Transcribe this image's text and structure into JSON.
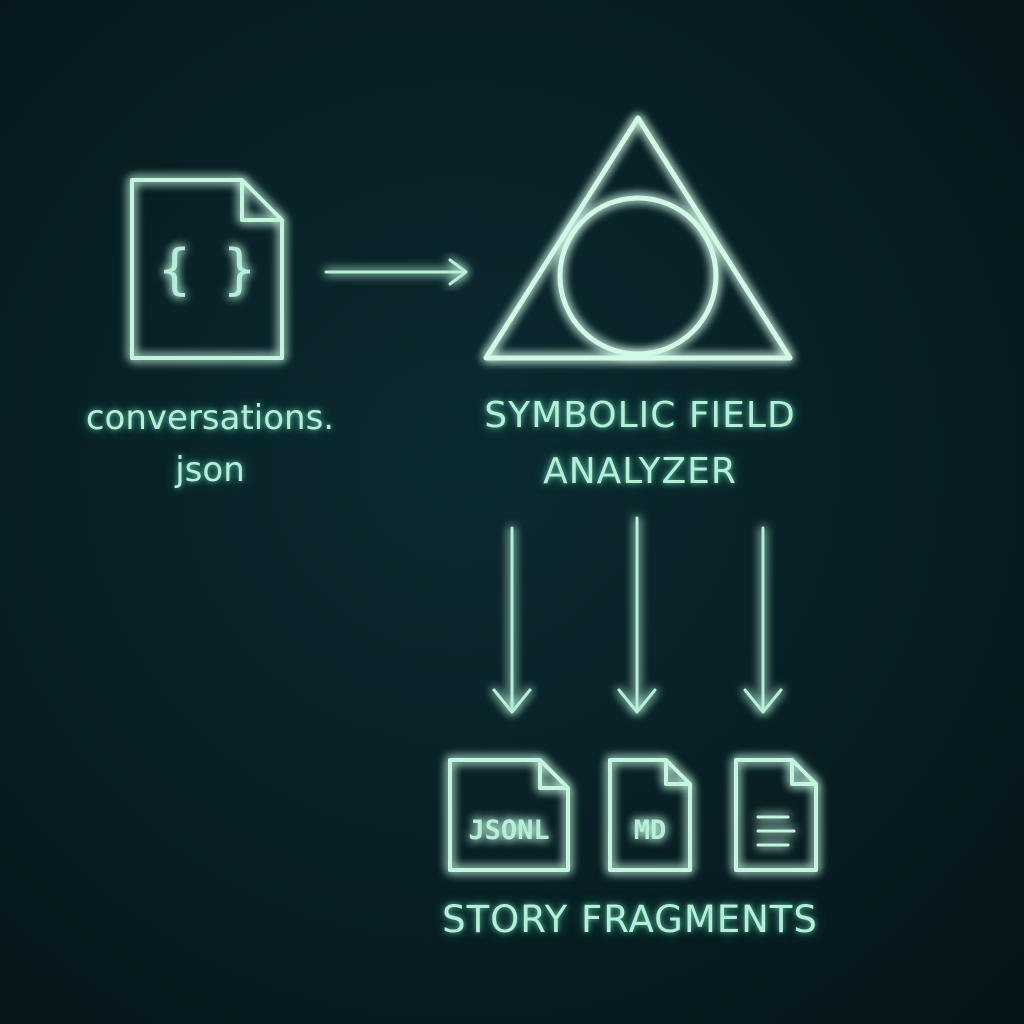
{
  "source": {
    "label_line1": "conversations.",
    "label_line2": "json",
    "icon": "json-file-icon",
    "glyph": "{ }"
  },
  "analyzer": {
    "label_line1": "SYMBOLIC FIELD",
    "label_line2": "ANALYZER",
    "icon": "triangle-circle-icon"
  },
  "outputs": {
    "label": "STORY FRAGMENTS",
    "files": [
      {
        "tag": "JSONL",
        "icon": "jsonl-file-icon"
      },
      {
        "tag": "MD",
        "icon": "markdown-file-icon"
      },
      {
        "tag": "",
        "icon": "text-file-icon"
      }
    ]
  },
  "colors": {
    "background": "#071a1f",
    "glow_line": "#c4f5df",
    "glow_halo": "#5fe0b8"
  }
}
